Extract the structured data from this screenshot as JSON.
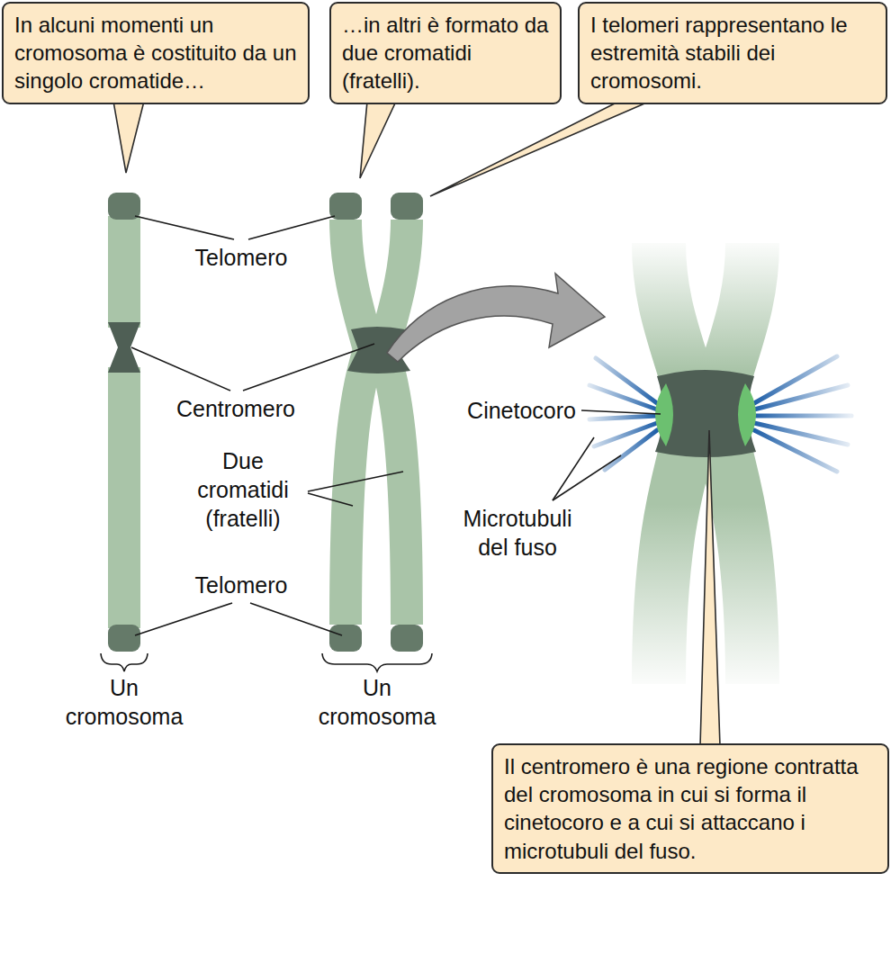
{
  "diagram": {
    "nodes": [
      {
        "text": [
          "In alcuni momenti un cromosoma è costituito da un singolo cromatide…"
        ]
      },
      {
        "text": [
          "…in altri è formato da due cromatidi (fratelli)."
        ]
      },
      {
        "text": [
          "I telomeri rappresentano le estremità stabili dei cromosomi."
        ]
      },
      {
        "text": [
          "Il centromero è una regione contratta del cromosoma in cui si forma il cinetocoro e a cui si attaccano i microtubuli del fuso."
        ]
      }
    ],
    "labels": [
      "Telomero",
      "Centromero",
      "Due cromatidi (fratelli)",
      "Telomero",
      "Un cromosoma",
      "Un cromosoma",
      "Cinetocoro",
      "Microtubuli del fuso"
    ]
  }
}
